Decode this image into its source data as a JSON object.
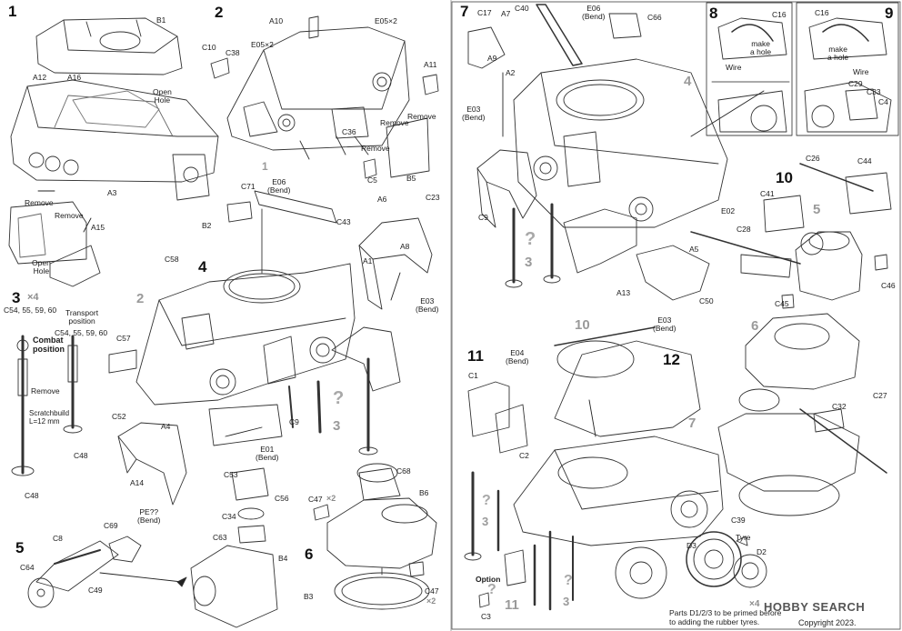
{
  "steps": [
    "1",
    "2",
    "3",
    "4",
    "5",
    "6",
    "7",
    "8",
    "9",
    "10",
    "11",
    "12"
  ],
  "multipliers": {
    "step3": "×4",
    "c47": "×2",
    "c47b": "×2",
    "x4b": "×4"
  },
  "ghost_refs": {
    "g2a": "2",
    "g1": "1",
    "g3a": "3",
    "g3b": "3",
    "g4": "4",
    "g5": "5",
    "g6": "6",
    "g7": "7",
    "g10": "10",
    "g11": "11",
    "g3c": "3",
    "g3d": "3"
  },
  "question": "?",
  "labels": {
    "b1": "B1",
    "a12": "A12",
    "a16": "A16",
    "open_hole": "Open\nHole",
    "open_hole2": "Open\nHole",
    "remove1": "Remove",
    "remove2": "Remove",
    "remove3": "Remove",
    "remove4": "Remove",
    "remove5": "Remove",
    "a3": "A3",
    "a15": "A15",
    "b2": "B2",
    "a10": "A10",
    "e05x2a": "E05×2",
    "c10": "C10",
    "c38": "C38",
    "e05x2b": "E05×2",
    "a11": "A11",
    "c36": "C36",
    "c5": "C5",
    "b5": "B5",
    "c54a": "C54, 55, 59, 60",
    "c54b": "C54, 55, 59, 60",
    "transport": "Transport\nposition",
    "combat": "Combat\nposition",
    "scratch": "Scratchbuild\nL=12 mm",
    "c48a": "C48",
    "c48b": "C48",
    "c71": "C71",
    "e06": "E06\n(Bend)",
    "a6": "A6",
    "c23": "C23",
    "c43": "C43",
    "a1": "A1",
    "a8": "A8",
    "e03": "E03\n(Bend)",
    "c58": "C58",
    "c57": "C57",
    "c52": "C52",
    "a4": "A4",
    "a14": "A14",
    "pe": "PE??\n(Bend)",
    "c9": "C9",
    "e01": "E01\n(Bend)",
    "c53": "C53",
    "c56": "C56",
    "c34": "C34",
    "c63": "C63",
    "b4": "B4",
    "c68": "C68",
    "b6": "B6",
    "c47": "C47",
    "b3": "B3",
    "c47b": "C47",
    "c8": "C8",
    "c69": "C69",
    "c64": "C64",
    "c49": "C49",
    "c17": "C17",
    "a7": "A7",
    "c40": "C40",
    "e06b": "E06\n(Bend)",
    "c66": "C66",
    "a9": "A9",
    "a2": "A2",
    "e03b": "E03\n(Bend)",
    "c9b": "C9",
    "e02": "E02",
    "a5": "A5",
    "a13": "A13",
    "c50": "C50",
    "e03c": "E03\n(Bend)",
    "c16a": "C16",
    "make_hole_a": "make\na hole",
    "wire_a": "Wire",
    "c16b": "C16",
    "make_hole_b": "make\na hole",
    "wire_b": "Wire",
    "c29": "C29",
    "c33": "C33",
    "c4": "C4",
    "c26": "C26",
    "c44": "C44",
    "c41": "C41",
    "c28": "C28",
    "c46": "C46",
    "c45": "C45",
    "c32": "C32",
    "c27": "C27",
    "c39": "C39",
    "c1": "C1",
    "e04": "E04\n(Bend)",
    "c2": "C2",
    "option": "Option",
    "c3": "C3",
    "d3": "D3",
    "tyre": "Tyre",
    "d2": "D2"
  },
  "note": "Parts D1/2/3 to be primed before\nto adding the rubber tyres.",
  "watermark": "HOBBY SEARCH",
  "copyright": "Copyright 2023."
}
